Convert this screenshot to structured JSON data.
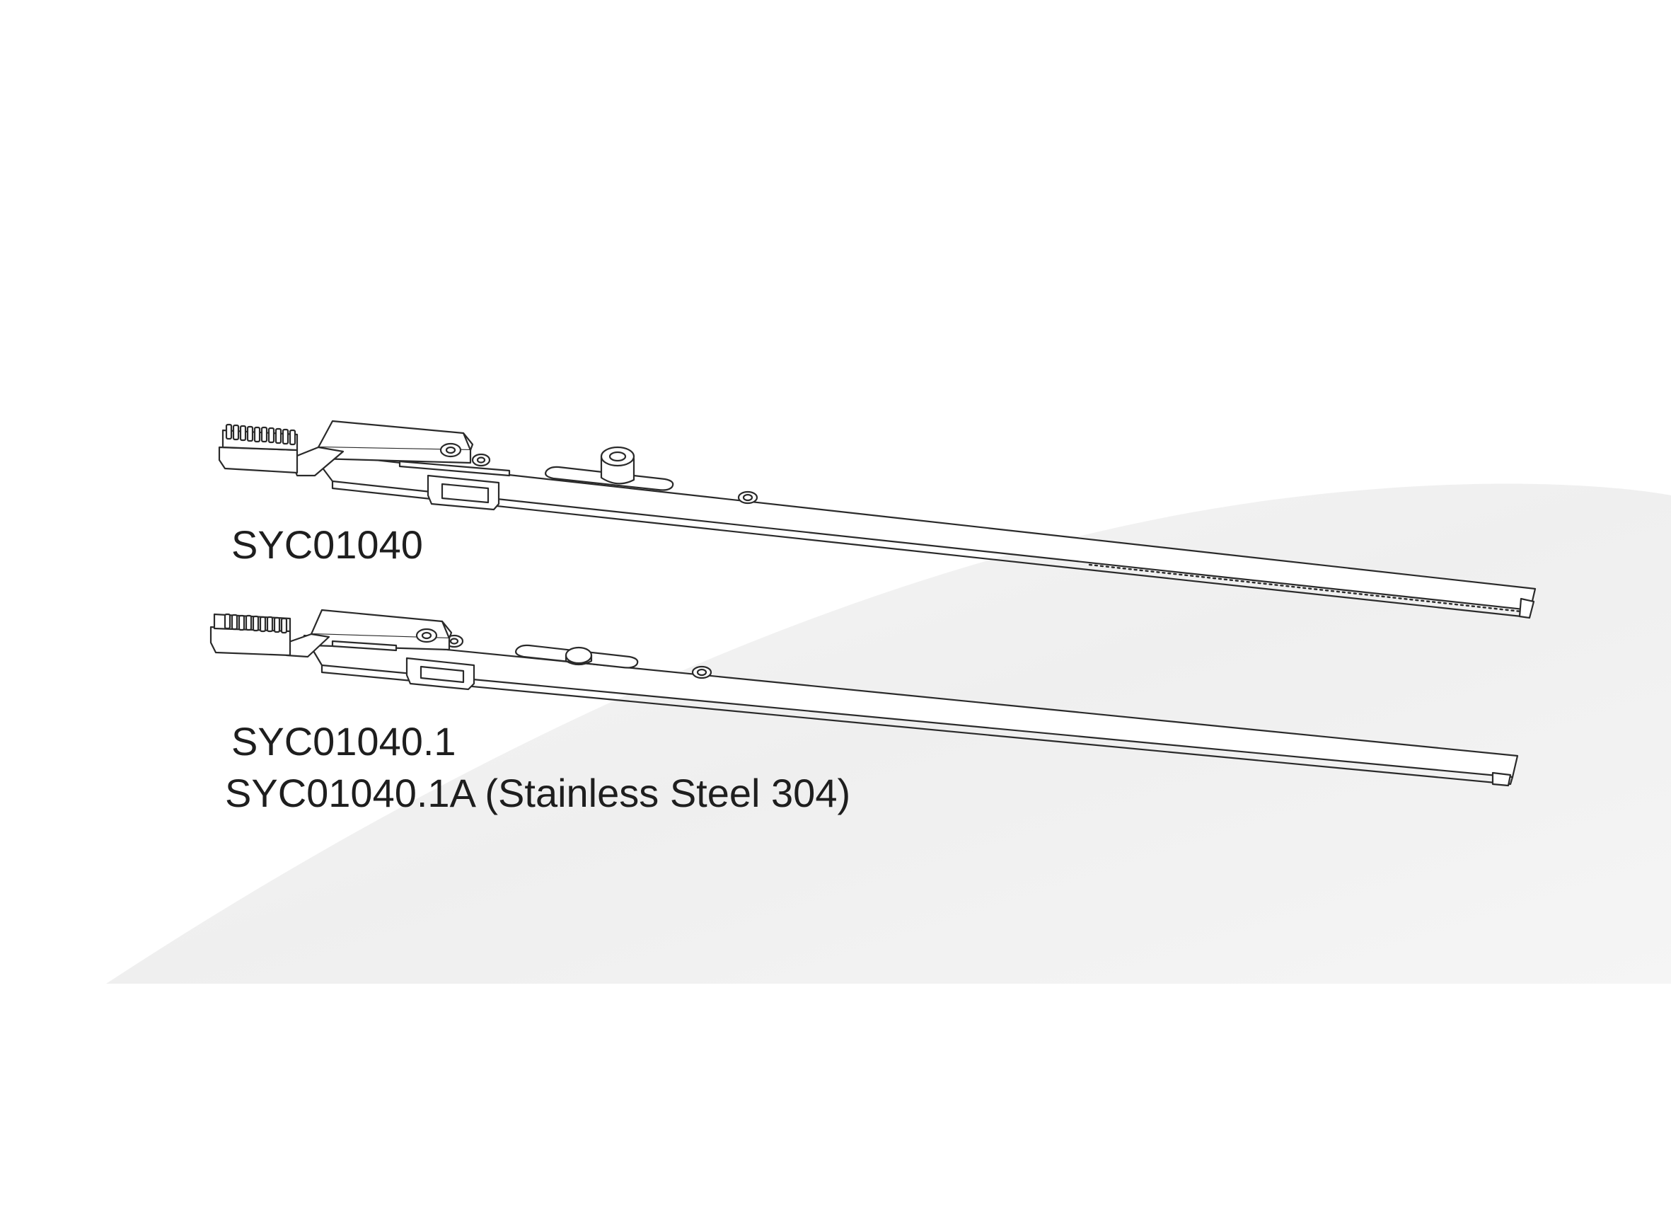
{
  "labels": {
    "part_a": "SYC01040",
    "part_b": "SYC01040.1",
    "part_c": "SYC01040.1A (Stainless Steel 304)"
  },
  "colors": {
    "background": "#ffffff",
    "swoosh": "#f1f1f1",
    "line": "#2a2a2a",
    "part_fill": "#ffffff",
    "text": "#1e1e1e"
  }
}
